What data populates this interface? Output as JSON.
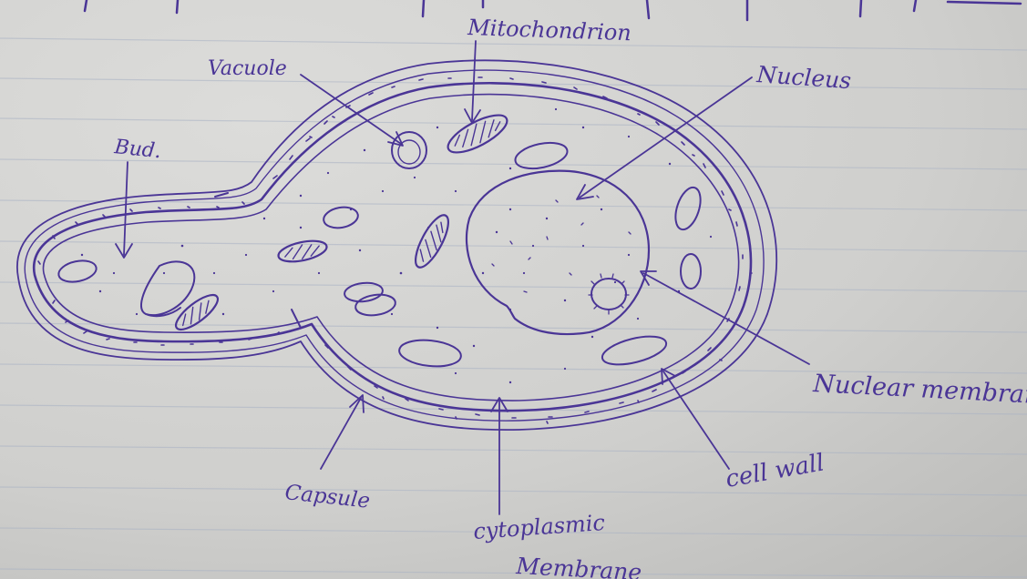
{
  "diagram": {
    "labels": {
      "mitochondrion": "Mitochondrion",
      "vacuole": "Vacuole",
      "nucleus": "Nucleus",
      "bud": "Bud.",
      "nuclear_membrane": "Nuclear membran",
      "cell_wall": "cell wall",
      "capsule": "Capsule",
      "cytoplasmic_membrane_line1": "cytoplasmic",
      "cytoplasmic_membrane_line2": "Membrane"
    },
    "ink_color": "#4a3596",
    "paper_color": "#d2d2d0"
  }
}
